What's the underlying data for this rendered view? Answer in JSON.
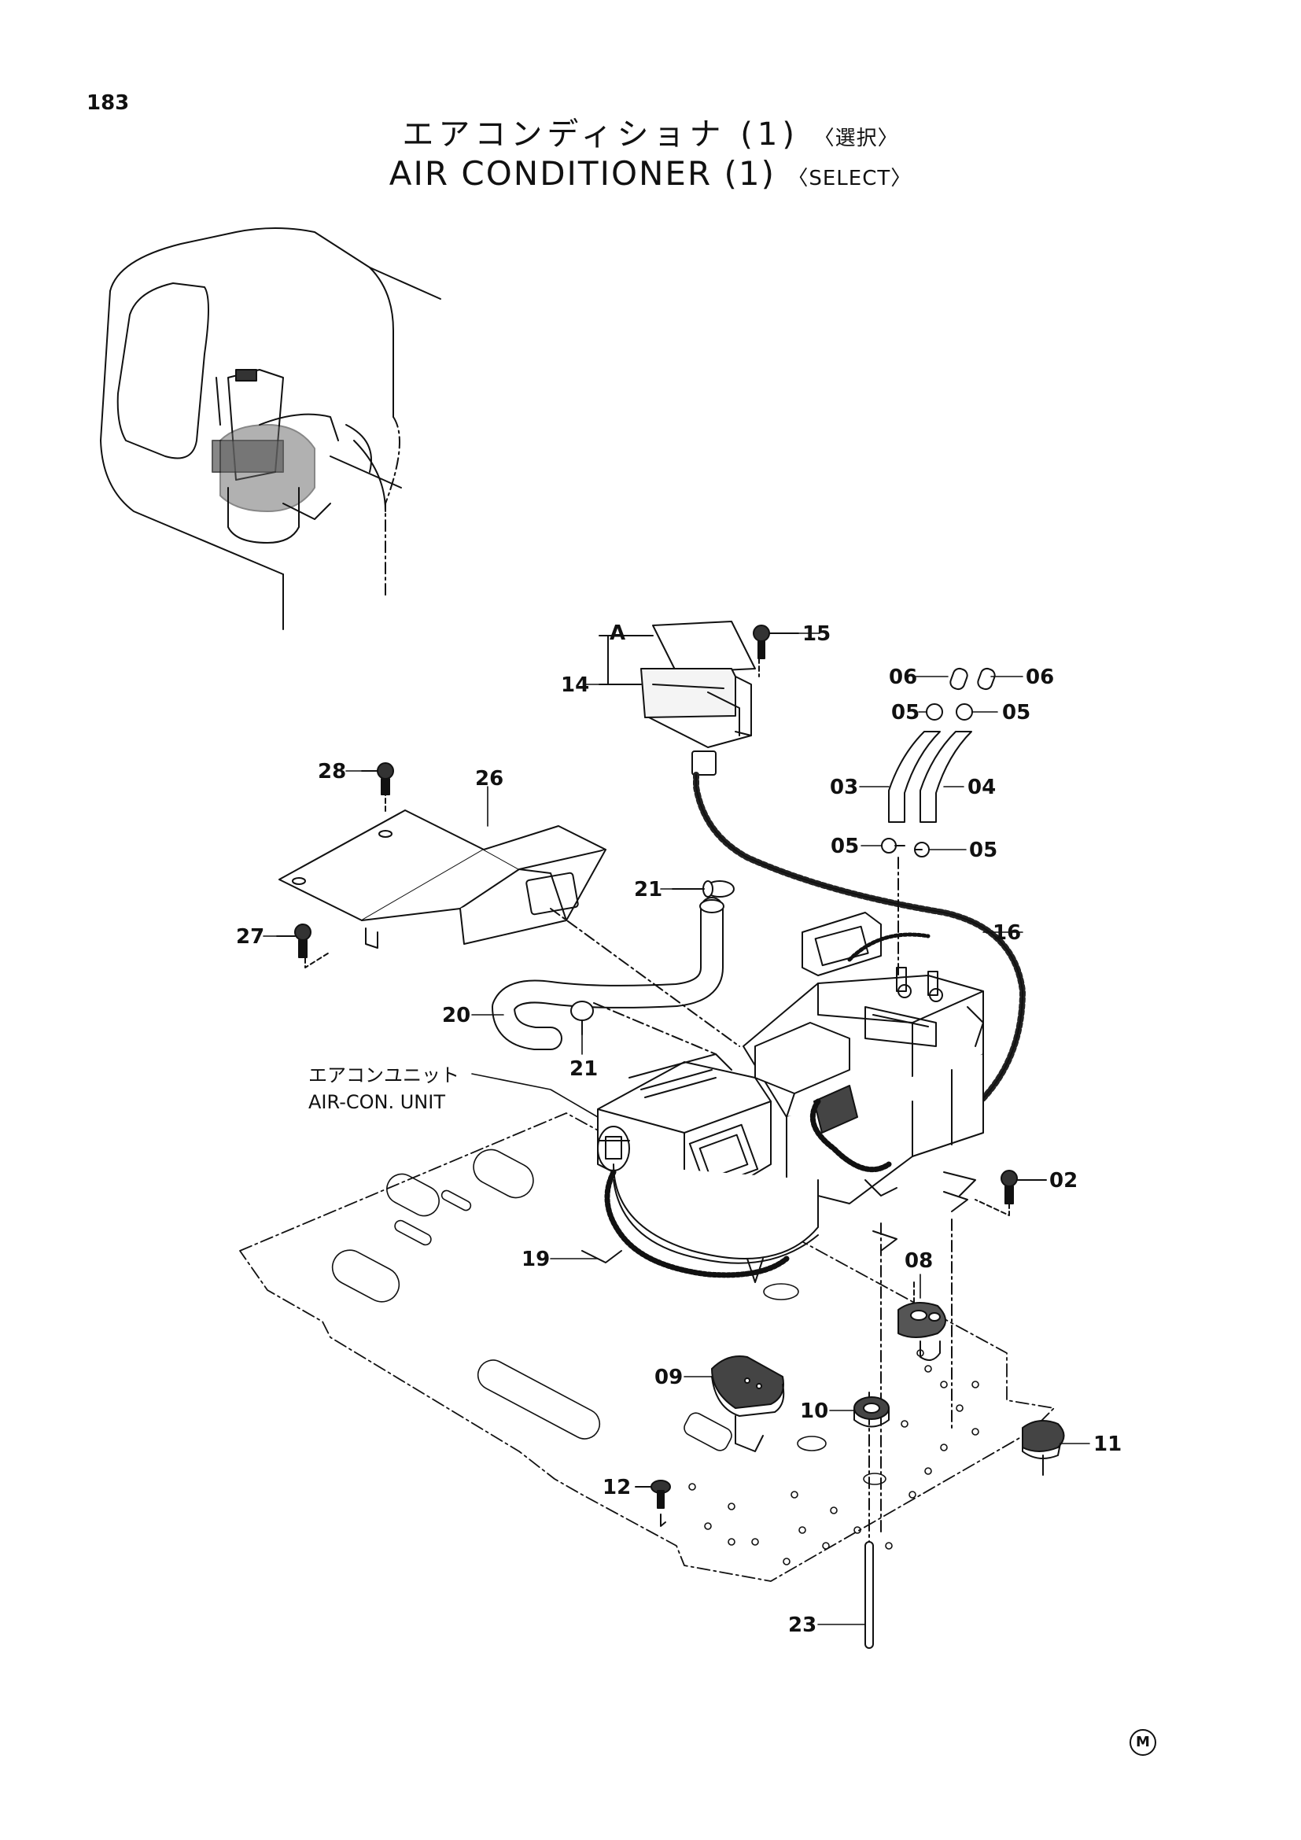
{
  "page": {
    "page_number": "183",
    "title_jp": "エアコンディショナ (1)",
    "title_jp_tag": "〈選択〉",
    "title_en": "AIR CONDITIONER (1)",
    "title_en_tag": "〈SELECT〉",
    "mark": "Ⓜ"
  },
  "unit_label": {
    "jp": "エアコンユニット",
    "en": "AIR-CON. UNIT"
  },
  "group_label": "A",
  "callouts": {
    "p15": "15",
    "p14": "14",
    "p06a": "06",
    "p06b": "06",
    "p05a": "05",
    "p05b": "05",
    "p05c": "05",
    "p05d": "05",
    "p03": "03",
    "p04": "04",
    "p28": "28",
    "p26": "26",
    "p27": "27",
    "p21a": "21",
    "p21b": "21",
    "p16": "16",
    "p20": "20",
    "p02": "02",
    "p19": "19",
    "p08": "08",
    "p09": "09",
    "p10": "10",
    "p11": "11",
    "p12": "12",
    "p23": "23"
  }
}
